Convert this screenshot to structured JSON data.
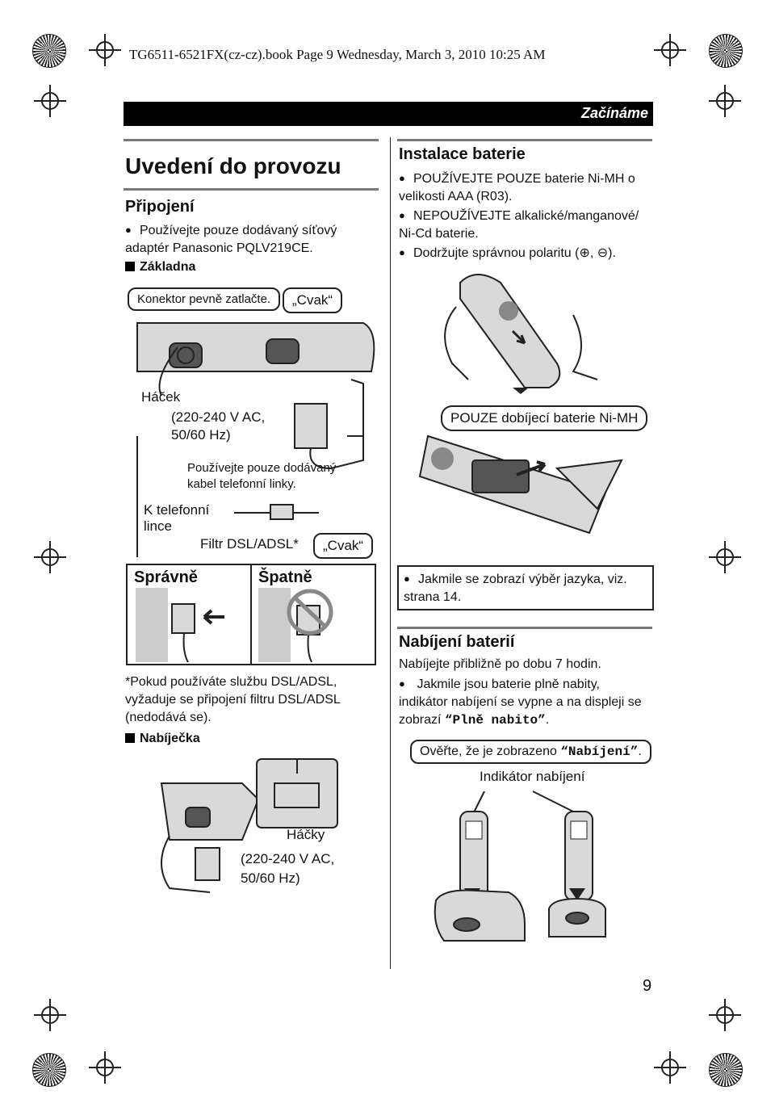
{
  "header": {
    "file_info": "TG6511-6521FX(cz-cz).book  Page 9  Wednesday, March 3, 2010  10:25 AM"
  },
  "section_bar": {
    "label": "Začínáme"
  },
  "left": {
    "title": "Uvedení do provozu",
    "connection_heading": "Připojení",
    "connection_bullet": "Používejte pouze dodávaný síťový adaptér Panasonic PQLV219CE.",
    "base_label": "Základna",
    "callout_connector": "Konektor pevně zatlačte.",
    "callout_click_1": "„Cvak“",
    "hook_label": "Háček",
    "voltage_1": "(220-240 V AC,\n50/60 Hz)",
    "use_cable": "Používejte pouze dodávaný\nkabel telefonní linky.",
    "to_line": "K telefonní\nlince",
    "filter_label": "Filtr DSL/ADSL*",
    "callout_click_2": "„Cvak“",
    "correct_label": "Správně",
    "wrong_label": "Špatně",
    "footnote": "*Pokud používáte službu DSL/ADSL, vyžaduje se připojení filtru DSL/ADSL (nedodává se).",
    "charger_label": "Nabíječka",
    "hooks_label": "Háčky",
    "voltage_2": "(220-240 V AC,\n50/60 Hz)"
  },
  "right": {
    "battery_heading": "Instalace baterie",
    "battery_bullets": [
      "POUŽÍVEJTE POUZE baterie Ni-MH o velikosti AAA (R03).",
      "NEPOUŽÍVEJTE alkalické/manganové/ Ni-Cd baterie.",
      "Dodržujte správnou polaritu (⊕, ⊖)."
    ],
    "rechargeable_callout": "POUZE dobíjecí baterie Ni-MH",
    "language_note": "Jakmile se zobrazí výběr jazyka, viz. strana 14.",
    "charging_heading": "Nabíjení baterií",
    "charging_text": "Nabíjejte přibližně po dobu 7 hodin.",
    "charging_bullet_pre": "Jakmile jsou baterie plně nabity, indikátor nabíjení se vypne a na displeji se zobrazí ",
    "charging_bullet_mono": "“Plně nabito”",
    "charging_bullet_post": ".",
    "verify_pre": "Ověřte, že je zobrazeno ",
    "verify_mono": "“Nabíjení”",
    "verify_post": ".",
    "indicator_label": "Indikátor nabíjení"
  },
  "page_number": "9"
}
